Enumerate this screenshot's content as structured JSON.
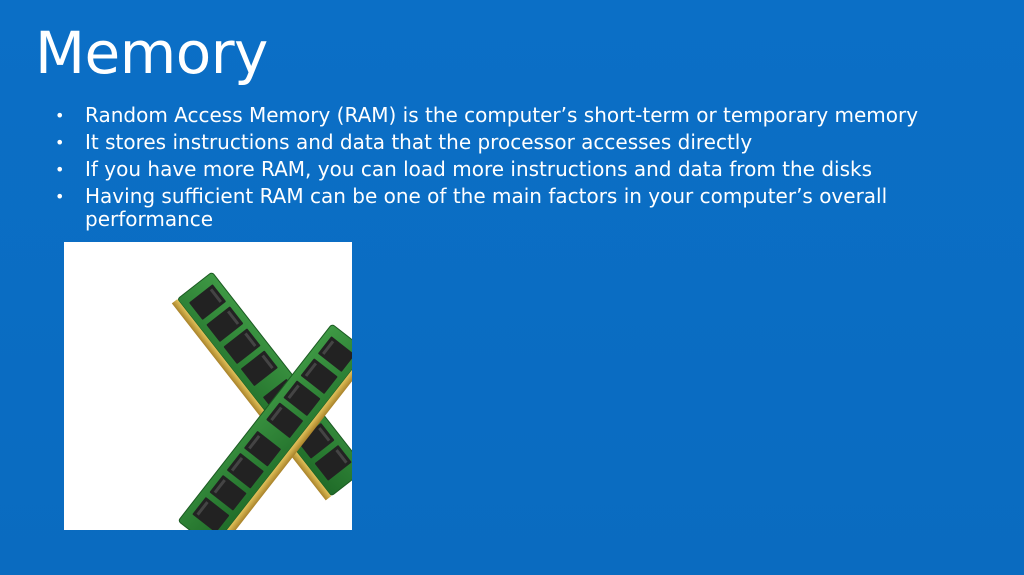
{
  "slide": {
    "title": "Memory",
    "bullets": [
      "Random Access Memory (RAM) is the computer’s short-term or temporary memory",
      "It stores instructions and data that the processor accesses directly",
      "If you have more RAM, you can load more instructions and data from the disks",
      "Having sufficient RAM can be one of the main factors in your computer’s overall performance"
    ],
    "bullet_glyph": "•",
    "image": {
      "icon": "ram-modules-icon"
    }
  },
  "colors": {
    "background": "#0a6ec4",
    "text": "#ffffff",
    "pcb": "#2f7d32",
    "chip": "#2a2a2a",
    "contacts": "#c9a23a"
  }
}
